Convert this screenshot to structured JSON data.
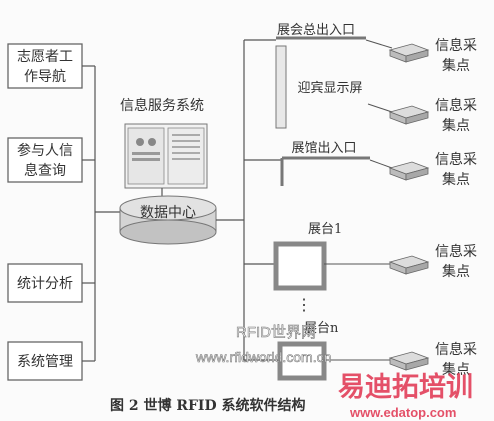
{
  "left_boxes": {
    "volunteer": [
      "志愿者工",
      "作导航"
    ],
    "participant": [
      "参与人信",
      "息查询"
    ],
    "stats": "统计分析",
    "system": "系统管理"
  },
  "server_label": "信息服务系统",
  "datacenter_label": "数据中心",
  "right": {
    "entrance_main": "展会总出入口",
    "welcome_screen": "迎宾显示屏",
    "entrance_hall": "展馆出入口",
    "booth_1": "展台1",
    "booth_n": "展台n",
    "dots": "⋮",
    "collect_point": [
      "信息采",
      "集点"
    ]
  },
  "caption": "图 2   世博 RFID 系统软件结构",
  "watermarks": {
    "rfid": "RFID世界网",
    "rfid_url": "www.rfidworld.com.cn",
    "edatop": "易迪拓培训",
    "edatop_url": "www.edatop.com"
  },
  "colors": {
    "line": "#555555",
    "box": "#666666",
    "watermark_red": "#e0334f",
    "device": "#cfcfcf"
  }
}
